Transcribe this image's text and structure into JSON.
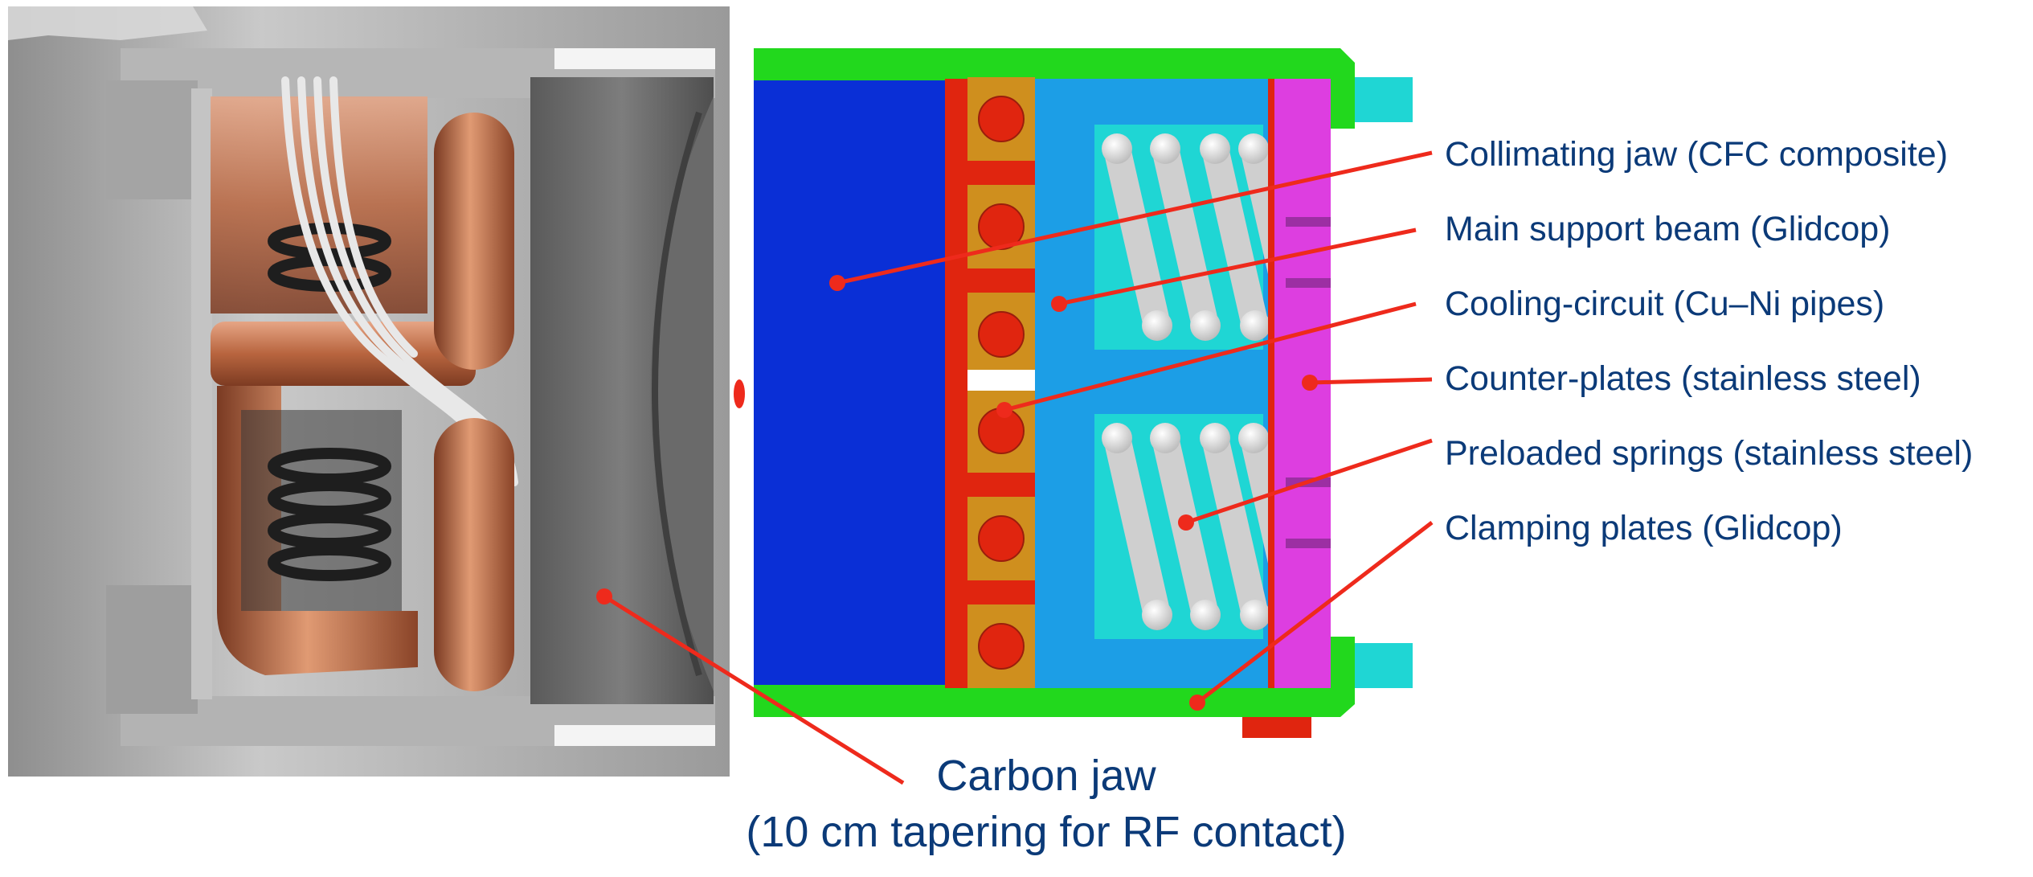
{
  "labels": [
    "Collimating jaw (CFC composite)",
    "Main support beam (Glidcop)",
    "Cooling-circuit (Cu–Ni pipes)",
    "Counter-plates (stainless steel)",
    "Preloaded springs (stainless steel)",
    "Clamping plates (Glidcop)"
  ],
  "carbon_jaw": {
    "line1": "Carbon jaw",
    "line2": "(10 cm tapering for RF contact)"
  },
  "colors": {
    "label_text": "#0b3a78",
    "leader": "#ee2a1c",
    "clamp_green": "#22d81d",
    "jaw_blue": "#0a2fd6",
    "beam_red": "#e0250f",
    "pipe_tan": "#cf8f1e",
    "plate_blue": "#1c9ee6",
    "spring_cyan": "#1fd6d4",
    "counter_magenta": "#dd3ee0",
    "copper": "#c8774f"
  }
}
